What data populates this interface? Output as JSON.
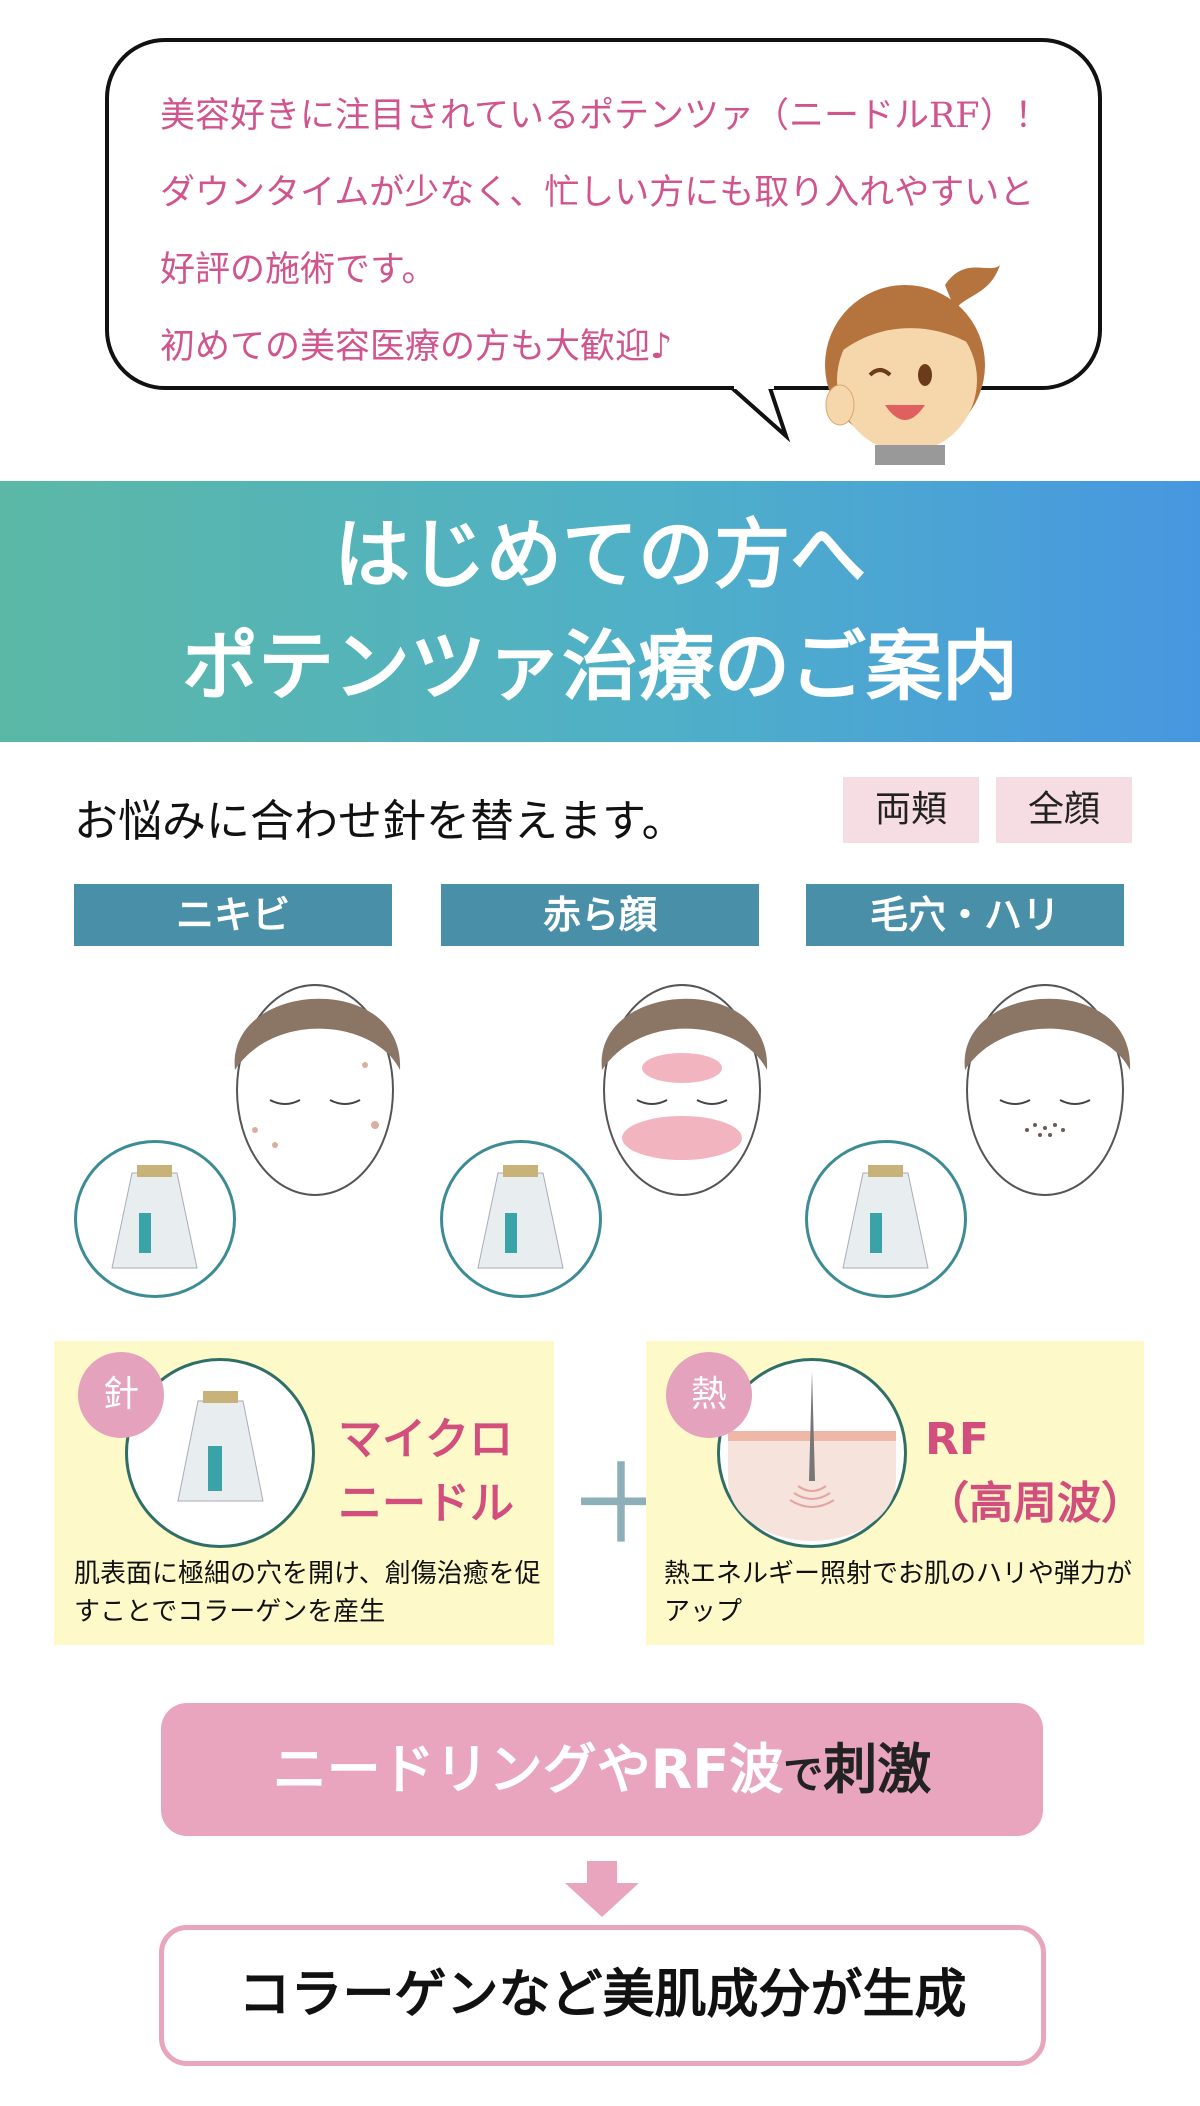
{
  "speech_bubble": {
    "lines": [
      "美容好きに注目されているポテンツァ（ニードルRF）！",
      "ダウンタイムが少なく、忙しい方にも取り入れやすいと",
      "好評の施術です。",
      "初めての美容医療の方も大歓迎♪"
    ]
  },
  "banner": {
    "line1": "はじめての方へ",
    "line2": "ポテンツァ治療のご案内"
  },
  "needle_section": {
    "lead": "お悩みに合わせ針を替えます。",
    "tags": [
      "両頬",
      "全顔"
    ],
    "categories": [
      "ニキビ",
      "赤ら顔",
      "毛穴・ハリ"
    ]
  },
  "mechanisms": [
    {
      "badge": "針",
      "title1": "マイクロ",
      "title2": "ニードル",
      "desc": "肌表面に極細の穴を開け、創傷治癒を促すことでコラーゲンを産生"
    },
    {
      "badge": "熱",
      "title1": "RF",
      "title2": "（高周波）",
      "desc": "熱エネルギー照射でお肌のハリや弾力がアップ"
    }
  ],
  "plus_symbol": "＋",
  "stimulus": {
    "part1": "ニードリングやRF波",
    "part2": "で",
    "part3": "刺激"
  },
  "result": "コラーゲンなど美肌成分が生成",
  "colors": {
    "pink_text": "#d0558f",
    "category": "#4a8fa8",
    "yellow_box": "#fdf9c9",
    "pink_button": "#e8a5bd"
  }
}
